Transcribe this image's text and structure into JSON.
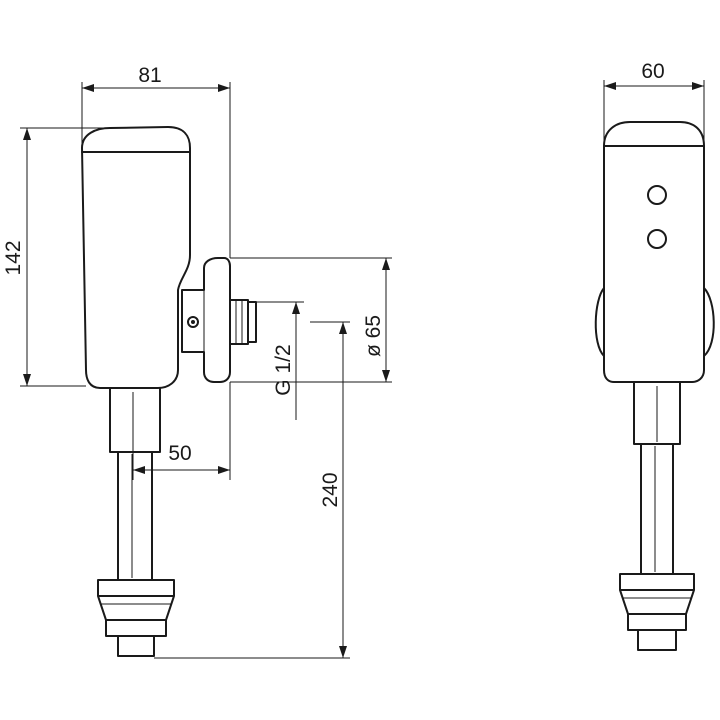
{
  "dimensions": {
    "width_side": "81",
    "height": "142",
    "offset": "50",
    "thread": "G 1/2",
    "diameter": "ø 65",
    "depth": "240",
    "width_front": "60"
  },
  "colors": {
    "line": "#1a1a1a",
    "background": "#ffffff"
  }
}
